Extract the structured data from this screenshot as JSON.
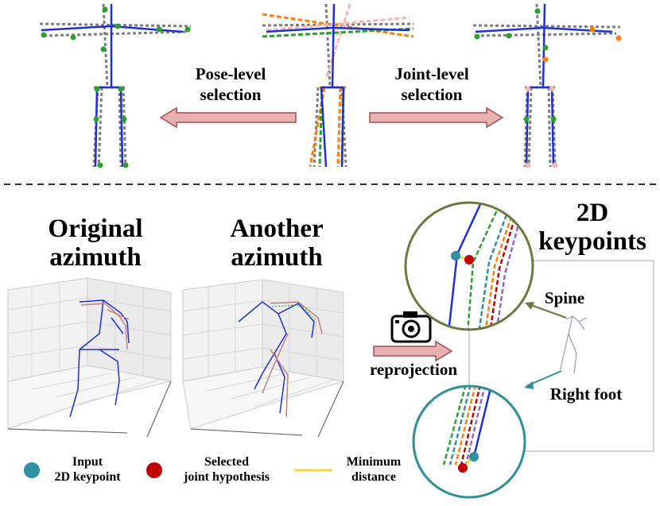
{
  "top": {
    "pose_level_label": [
      "Pose-level",
      "selection"
    ],
    "joint_level_label": [
      "Joint-level",
      "selection"
    ]
  },
  "bottom": {
    "original_azimuth": [
      "Original",
      "azimuth"
    ],
    "another_azimuth": [
      "Another",
      "azimuth"
    ],
    "reprojection_label": "reprojection",
    "keypoints_title": [
      "2D",
      "keypoints"
    ],
    "spine_label": "Spine",
    "right_foot_label": "Right foot"
  },
  "legend": {
    "input_keypoint": [
      "Input",
      "2D keypoint"
    ],
    "selected_joint": [
      "Selected",
      "joint hypothesis"
    ],
    "minimum_distance": [
      "Minimum",
      "distance"
    ]
  },
  "colors": {
    "blue_pose": "#1f2fd6",
    "gray_hypothesis": "#7f7f7f",
    "green_joint": "#2ca02c",
    "orange_hyp": "#ff7f0e",
    "pink_hyp": "#f4b6b0",
    "input_keypoint": "#2f8fa0",
    "selected_joint": "#c00000",
    "minimum_distance": "#f5d742",
    "zoom_top_ring": "#6b7a3e",
    "zoom_bottom_ring": "#2e8f9a",
    "arrow_fill": "#e8b0b0",
    "arrow_stroke": "#a05050"
  }
}
